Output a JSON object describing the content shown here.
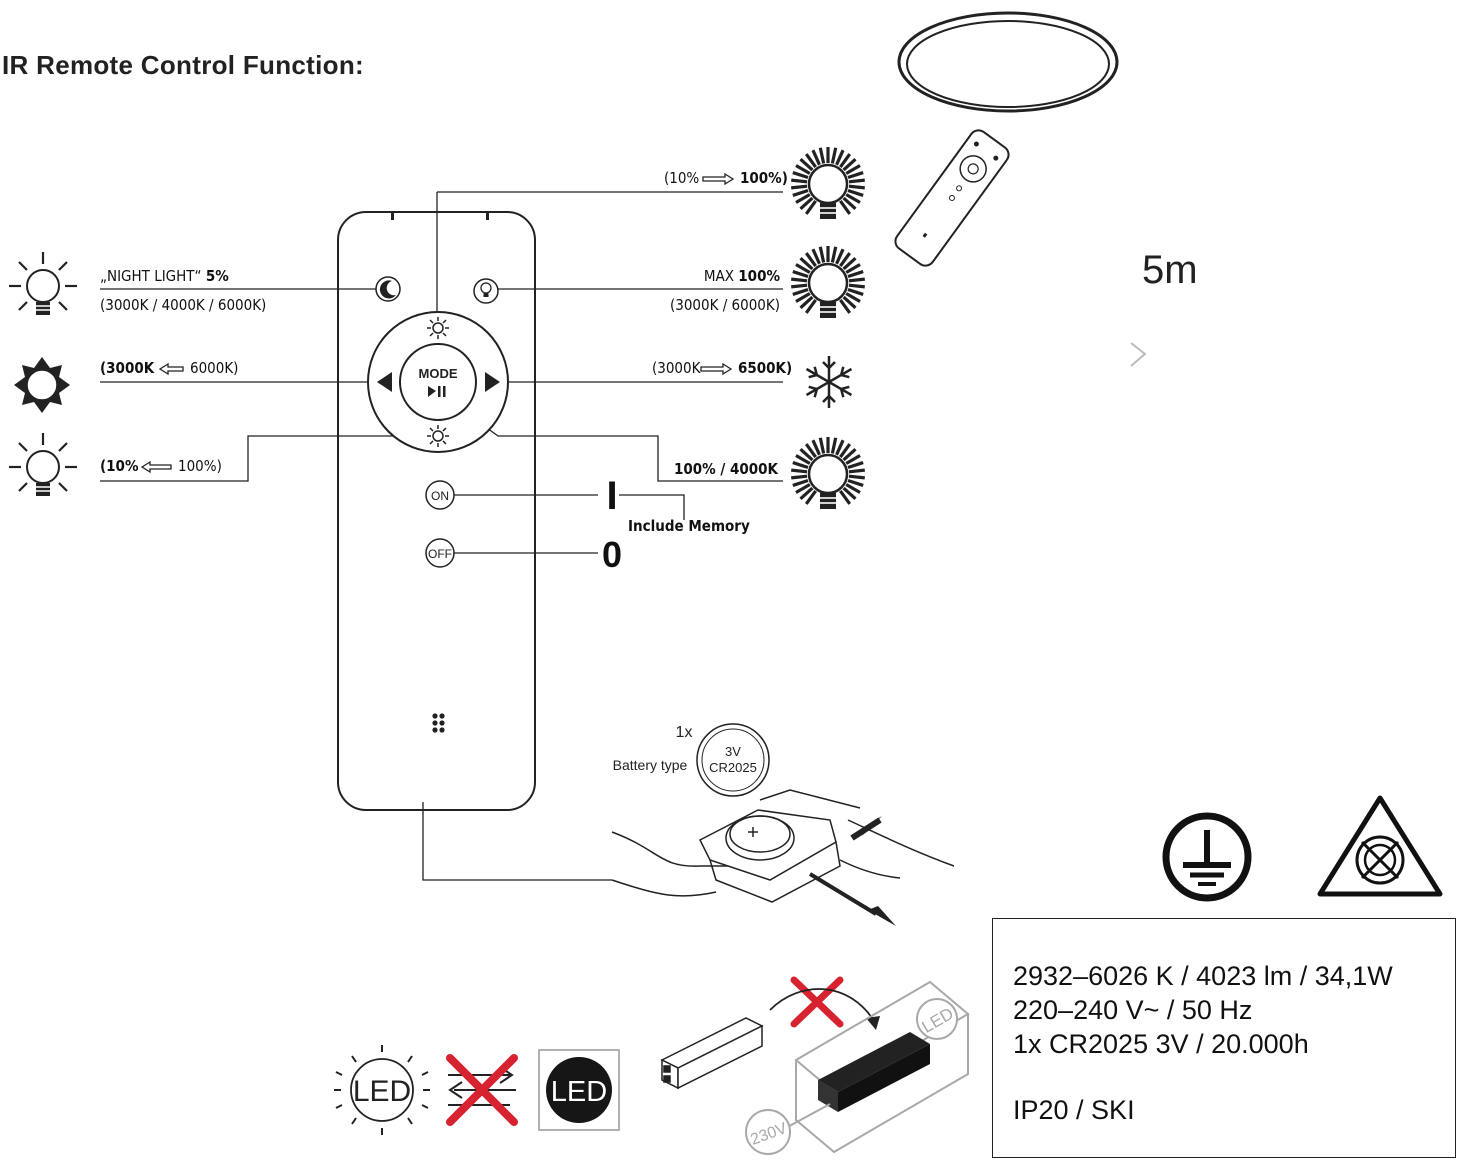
{
  "title": "IR Remote Control Function:",
  "distance": "5m",
  "remote": {
    "mode_label": "MODE",
    "on_label": "ON",
    "off_label": "OFF"
  },
  "functions": {
    "night_light_title": "„NIGHT LIGHT“",
    "night_light_value": "5%",
    "night_light_cct": "(3000K / 4000K / 6000K)",
    "warmer_a": "(3000K",
    "warmer_b": "6000K)",
    "dim_down_a": "(10%",
    "dim_down_b": "100%)",
    "dim_up_a": "(10%",
    "dim_up_b": "100%)",
    "max_title": "MAX",
    "max_value": "100%",
    "max_cct": "(3000K / 6000K)",
    "cooler_a": "(3000K",
    "cooler_b": "6500K)",
    "preset": "100% / 4000K",
    "on_symbol": "I",
    "off_symbol": "0",
    "memory": "Include Memory"
  },
  "battery": {
    "count": "1x",
    "type_label": "Battery type",
    "voltage": "3V",
    "model": "CR2025"
  },
  "bottom": {
    "led_label": "LED",
    "voltage_label": "230V"
  },
  "specs": {
    "lines": [
      "2932–6026 K / 4023 lm / 34,1W",
      "220–240 V~ / 50 Hz",
      "1x CR2025 3V / 20.000h"
    ],
    "ip": "IP20 / SKI"
  },
  "colors": {
    "line": "#222222",
    "cross": "#d7232f",
    "gray": "#a8a8a8"
  }
}
